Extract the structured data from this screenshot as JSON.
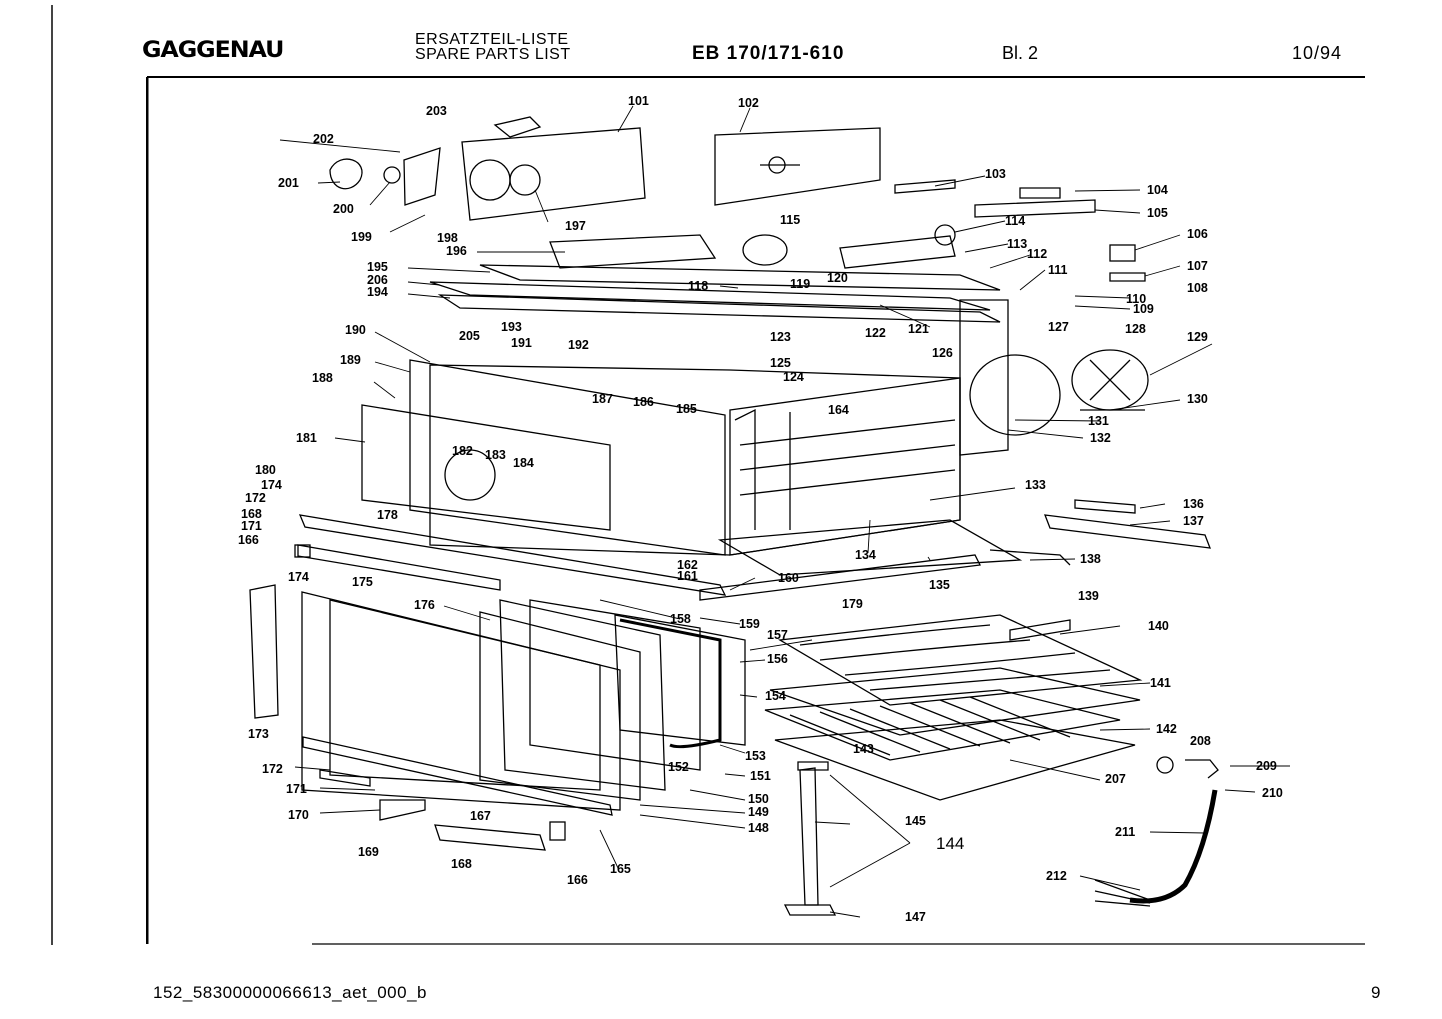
{
  "header": {
    "brand": "GAGGENAU",
    "title_de": "ERSATZTEIL-LISTE",
    "title_en": "SPARE PARTS LIST",
    "model": "EB 170/171-610",
    "sheet": "Bl. 2",
    "date": "10/94"
  },
  "footer": {
    "document_id": "152_58300000066613_aet_000_b",
    "page": "9"
  },
  "diagram": {
    "part_labels": [
      {
        "id": "p101",
        "text": "101"
      },
      {
        "id": "p102",
        "text": "102"
      },
      {
        "id": "p103",
        "text": "103"
      },
      {
        "id": "p104",
        "text": "104"
      },
      {
        "id": "p105",
        "text": "105"
      },
      {
        "id": "p106",
        "text": "106"
      },
      {
        "id": "p107",
        "text": "107"
      },
      {
        "id": "p108",
        "text": "108"
      },
      {
        "id": "p109",
        "text": "109"
      },
      {
        "id": "p110",
        "text": "110"
      },
      {
        "id": "p111",
        "text": "111"
      },
      {
        "id": "p112",
        "text": "112"
      },
      {
        "id": "p113",
        "text": "113"
      },
      {
        "id": "p114",
        "text": "114"
      },
      {
        "id": "p115",
        "text": "115"
      },
      {
        "id": "p118",
        "text": "118"
      },
      {
        "id": "p119",
        "text": "119"
      },
      {
        "id": "p120",
        "text": "120"
      },
      {
        "id": "p121",
        "text": "121"
      },
      {
        "id": "p122",
        "text": "122"
      },
      {
        "id": "p123",
        "text": "123"
      },
      {
        "id": "p124",
        "text": "124"
      },
      {
        "id": "p125",
        "text": "125"
      },
      {
        "id": "p126",
        "text": "126"
      },
      {
        "id": "p127",
        "text": "127"
      },
      {
        "id": "p128",
        "text": "128"
      },
      {
        "id": "p129",
        "text": "129"
      },
      {
        "id": "p130",
        "text": "130"
      },
      {
        "id": "p131",
        "text": "131"
      },
      {
        "id": "p132",
        "text": "132"
      },
      {
        "id": "p133",
        "text": "133"
      },
      {
        "id": "p134",
        "text": "134"
      },
      {
        "id": "p135",
        "text": "135"
      },
      {
        "id": "p136",
        "text": "136"
      },
      {
        "id": "p137",
        "text": "137"
      },
      {
        "id": "p138",
        "text": "138"
      },
      {
        "id": "p139",
        "text": "139"
      },
      {
        "id": "p140",
        "text": "140"
      },
      {
        "id": "p141",
        "text": "141"
      },
      {
        "id": "p142",
        "text": "142"
      },
      {
        "id": "p143",
        "text": "143"
      },
      {
        "id": "p144",
        "text": "144"
      },
      {
        "id": "p145",
        "text": "145"
      },
      {
        "id": "p147",
        "text": "147"
      },
      {
        "id": "p148",
        "text": "148"
      },
      {
        "id": "p149",
        "text": "149"
      },
      {
        "id": "p150",
        "text": "150"
      },
      {
        "id": "p151",
        "text": "151"
      },
      {
        "id": "p152",
        "text": "152"
      },
      {
        "id": "p153",
        "text": "153"
      },
      {
        "id": "p154",
        "text": "154"
      },
      {
        "id": "p156",
        "text": "156"
      },
      {
        "id": "p157",
        "text": "157"
      },
      {
        "id": "p158",
        "text": "158"
      },
      {
        "id": "p159",
        "text": "159"
      },
      {
        "id": "p160",
        "text": "160"
      },
      {
        "id": "p161",
        "text": "161"
      },
      {
        "id": "p162",
        "text": "162"
      },
      {
        "id": "p164",
        "text": "164"
      },
      {
        "id": "p165",
        "text": "165"
      },
      {
        "id": "p166a",
        "text": "166"
      },
      {
        "id": "p166b",
        "text": "166"
      },
      {
        "id": "p167",
        "text": "167"
      },
      {
        "id": "p168a",
        "text": "168"
      },
      {
        "id": "p168b",
        "text": "168"
      },
      {
        "id": "p169",
        "text": "169"
      },
      {
        "id": "p170",
        "text": "170"
      },
      {
        "id": "p171a",
        "text": "171"
      },
      {
        "id": "p171b",
        "text": "171"
      },
      {
        "id": "p172a",
        "text": "172"
      },
      {
        "id": "p172b",
        "text": "172"
      },
      {
        "id": "p173",
        "text": "173"
      },
      {
        "id": "p174a",
        "text": "174"
      },
      {
        "id": "p174b",
        "text": "174"
      },
      {
        "id": "p175",
        "text": "175"
      },
      {
        "id": "p176",
        "text": "176"
      },
      {
        "id": "p178",
        "text": "178"
      },
      {
        "id": "p179",
        "text": "179"
      },
      {
        "id": "p180",
        "text": "180"
      },
      {
        "id": "p181",
        "text": "181"
      },
      {
        "id": "p182",
        "text": "182"
      },
      {
        "id": "p183",
        "text": "183"
      },
      {
        "id": "p184",
        "text": "184"
      },
      {
        "id": "p185",
        "text": "185"
      },
      {
        "id": "p186",
        "text": "186"
      },
      {
        "id": "p187",
        "text": "187"
      },
      {
        "id": "p188",
        "text": "188"
      },
      {
        "id": "p189",
        "text": "189"
      },
      {
        "id": "p190",
        "text": "190"
      },
      {
        "id": "p191",
        "text": "191"
      },
      {
        "id": "p192",
        "text": "192"
      },
      {
        "id": "p193",
        "text": "193"
      },
      {
        "id": "p194",
        "text": "194"
      },
      {
        "id": "p195",
        "text": "195"
      },
      {
        "id": "p196",
        "text": "196"
      },
      {
        "id": "p197",
        "text": "197"
      },
      {
        "id": "p198",
        "text": "198"
      },
      {
        "id": "p199",
        "text": "199"
      },
      {
        "id": "p200",
        "text": "200"
      },
      {
        "id": "p201",
        "text": "201"
      },
      {
        "id": "p202",
        "text": "202"
      },
      {
        "id": "p203",
        "text": "203"
      },
      {
        "id": "p205",
        "text": "205"
      },
      {
        "id": "p206",
        "text": "206"
      },
      {
        "id": "p207",
        "text": "207"
      },
      {
        "id": "p208",
        "text": "208"
      },
      {
        "id": "p209",
        "text": "209"
      },
      {
        "id": "p210",
        "text": "210"
      },
      {
        "id": "p211",
        "text": "211"
      },
      {
        "id": "p212",
        "text": "212"
      }
    ]
  }
}
